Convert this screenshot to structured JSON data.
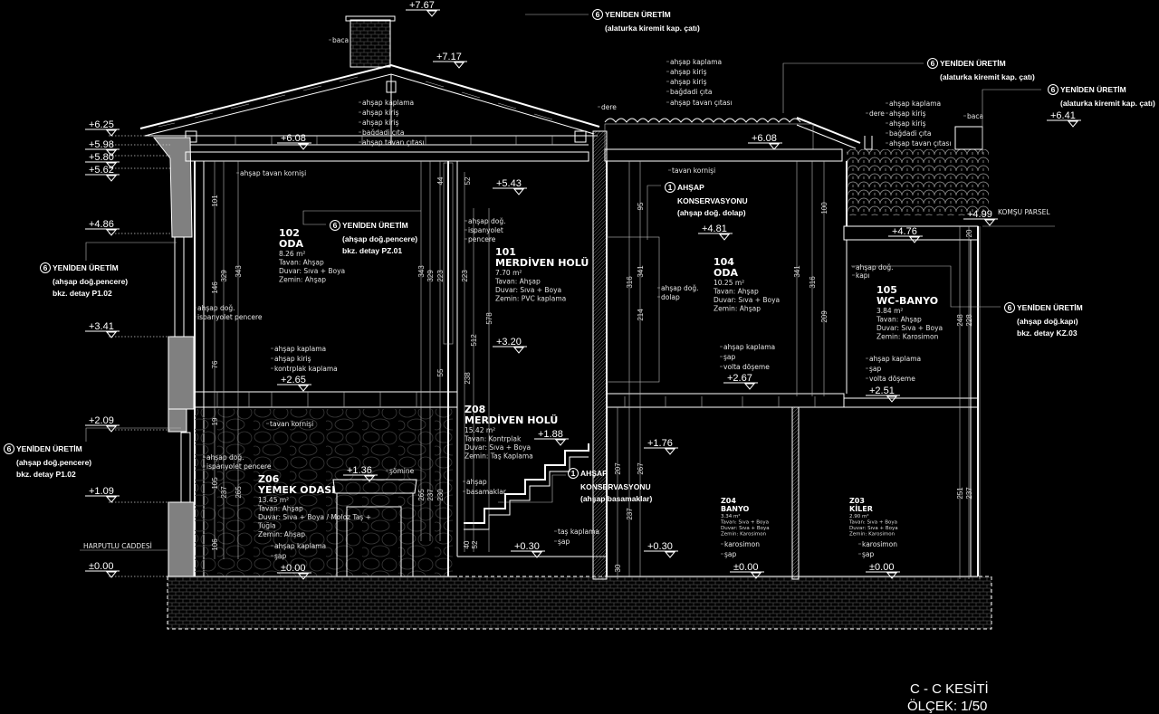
{
  "drawing": {
    "title": "C - C KESİTİ",
    "scale": "ÖLÇEK: 1/50",
    "street": "HARPUTLU CADDESİ",
    "neighbor": "KOMŞU PARSEL",
    "colors": {
      "background": "#000000",
      "line": "#ffffff",
      "wall_fill": "#808080"
    }
  },
  "elevations": [
    "+7.67",
    "+7.17",
    "+6.25",
    "+5.98",
    "+5.80",
    "+5.62",
    "+4.86",
    "+3.41",
    "+2.09",
    "+1.09",
    "±0.00",
    "+6.08",
    "+5.43",
    "+3.20",
    "+2.65",
    "+1.88",
    "+1.36",
    "±0.00",
    "+0.30",
    "+6.08",
    "+4.81",
    "+2.67",
    "+1.76",
    "+0.30",
    "±0.00",
    "±0.00",
    "+6.41",
    "+4.99",
    "+4.76",
    "+2.51"
  ],
  "notes": [
    "baca",
    "ahşap kaplama",
    "ahşap kiriş",
    "ahşap kiriş",
    "bağdadi çıta",
    "ahşap tavan çıtası",
    "ahşap tavan kornişi",
    "ahşap doğ.",
    "ispanyolet pencere",
    "ahşap doğ.",
    "ispanyolet",
    "pencere",
    "ahşap kaplama",
    "ahşap kiriş",
    "kontrplak kaplama",
    "tavan kornişi",
    "ahşap doğ.",
    "ispanyolet pencere",
    "şömine",
    "ahşap kaplama",
    "şap",
    "ahşap",
    "basamaklar",
    "taş kaplama",
    "şap",
    "dere",
    "ahşap kaplama",
    "ahşap kiriş",
    "ahşap kiriş",
    "bağdadi çıta",
    "ahşap tavan çıtası",
    "tavan kornişi",
    "ahşap doğ.",
    "dolap",
    "ahşap kaplama",
    "şap",
    "volta döşeme",
    "dere",
    "ahşap kaplama",
    "ahşap kiriş",
    "ahşap kiriş",
    "bağdadi çıta",
    "ahşap tavan çıtası",
    "baca",
    "ahşap doğ.",
    "kapı",
    "ahşap kaplama",
    "şap",
    "volta döşeme",
    "karosimon",
    "şap",
    "karosimon",
    "şap"
  ],
  "dimensions": [
    "101",
    "329",
    "343",
    "146",
    "76",
    "343",
    "329",
    "223",
    "223",
    "578",
    "512",
    "55",
    "238",
    "44",
    "52",
    "95",
    "341",
    "316",
    "214",
    "341",
    "316",
    "209",
    "100",
    "248",
    "228",
    "20",
    "207",
    "267",
    "237",
    "30",
    "251",
    "237",
    "105",
    "237",
    "265",
    "106",
    "19",
    "265",
    "237",
    "230",
    "40",
    "52"
  ],
  "callouts": [
    {
      "num": "6",
      "title": "YENİDEN ÜRETİM",
      "lines": [
        "(alaturka kiremit kap. çatı)"
      ]
    },
    {
      "num": "6",
      "title": "YENİDEN ÜRETİM",
      "lines": [
        "(alaturka kiremit kap. çatı)"
      ]
    },
    {
      "num": "6",
      "title": "YENİDEN ÜRETİM",
      "lines": [
        "(alaturka kiremit kap. çatı)"
      ]
    },
    {
      "num": "6",
      "title": "YENİDEN ÜRETİM",
      "lines": [
        "(ahşap doğ.pencere)",
        "bkz. detay P1.02"
      ]
    },
    {
      "num": "6",
      "title": "YENİDEN ÜRETİM",
      "lines": [
        "(ahşap doğ.pencere)",
        "bkz. detay PZ.01"
      ]
    },
    {
      "num": "1",
      "title": "AHŞAP",
      "lines": [
        "KONSERVASYONU",
        "(ahşap doğ. dolap)"
      ]
    },
    {
      "num": "6",
      "title": "YENİDEN ÜRETİM",
      "lines": [
        "(ahşap doğ.kapı)",
        "bkz. detay KZ.03"
      ]
    },
    {
      "num": "6",
      "title": "YENİDEN ÜRETİM",
      "lines": [
        "(ahşap doğ.pencere)",
        "bkz. detay P1.02"
      ]
    },
    {
      "num": "1",
      "title": "AHŞAP",
      "lines": [
        "KONSERVASYONU",
        "(ahşap basamaklar)"
      ]
    }
  ],
  "rooms": [
    {
      "code": "102",
      "name": "ODA",
      "area": "8.26 m²",
      "details": [
        "Tavan: Ahşap",
        "Duvar: Sıva + Boya",
        "Zemin: Ahşap"
      ]
    },
    {
      "code": "101",
      "name": "MERDİVEN HOLÜ",
      "area": "7.70 m²",
      "details": [
        "Tavan: Ahşap",
        "Duvar: Sıva + Boya",
        "Zemin: PVC kaplama"
      ]
    },
    {
      "code": "104",
      "name": "ODA",
      "area": "10.25 m²",
      "details": [
        "Tavan: Ahşap",
        "Duvar: Sıva + Boya",
        "Zemin: Ahşap"
      ]
    },
    {
      "code": "105",
      "name": "WC-BANYO",
      "area": "3.84 m²",
      "details": [
        "Tavan: Ahşap",
        "Duvar: Sıva + Boya",
        "Zemin: Karosimon"
      ]
    },
    {
      "code": "Z08",
      "name": "MERDİVEN HOLÜ",
      "area": "15.42 m²",
      "details": [
        "Tavan: Kontrplak",
        "Duvar: Sıva + Boya",
        "Zemin: Taş Kaplama"
      ]
    },
    {
      "code": "Z06",
      "name": "YEMEK ODASI",
      "area": "13.45 m²",
      "details": [
        "Tavan: Ahşap",
        "Duvar: Sıva + Boya / Moloz Taş +",
        "Tuğla",
        "Zemin: Ahşap"
      ]
    },
    {
      "code": "Z04",
      "name": "BANYO",
      "area": "3.34 m²",
      "details": [
        "Tavan: Sıva + Boya",
        "Duvar: Sıva + Boya",
        "Zemin: Karosimon"
      ]
    },
    {
      "code": "Z03",
      "name": "KİLER",
      "area": "2.90 m²",
      "details": [
        "Tavan: Sıva + Boya",
        "Duvar: Sıva + Boya",
        "Zemin: Karosimon"
      ]
    }
  ]
}
